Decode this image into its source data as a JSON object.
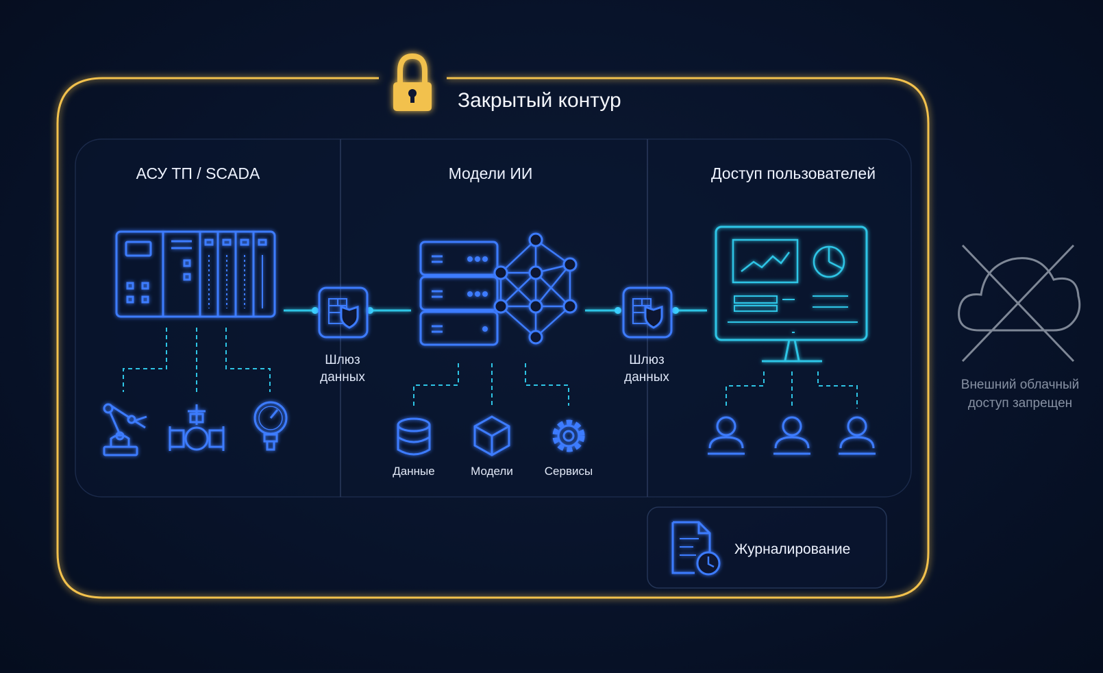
{
  "contour": {
    "title": "Закрытый контур"
  },
  "columns": {
    "scada": {
      "title": "АСУ ТП / SCADA"
    },
    "ai": {
      "title": "Модели ИИ",
      "items": [
        "Данные",
        "Модели",
        "Сервисы"
      ]
    },
    "users": {
      "title": "Доступ пользователей"
    }
  },
  "gateways": [
    {
      "line1": "Шлюз",
      "line2": "данных"
    },
    {
      "line1": "Шлюз",
      "line2": "данных"
    }
  ],
  "logging": {
    "label": "Журналирование"
  },
  "cloud": {
    "line1": "Внешний облачный",
    "line2": "доступ запрещен"
  },
  "colors": {
    "contour": "#f2c14e",
    "blue": "#3d7bff",
    "cyan": "#2ec5e6",
    "muted": "#8791a3",
    "background": "#08132a"
  },
  "icons": [
    "lock-icon",
    "plc-rack-icon",
    "robot-arm-icon",
    "valve-icon",
    "pressure-gauge-icon",
    "firewall-shield-icon",
    "server-stack-icon",
    "neural-network-icon",
    "database-icon",
    "cube-icon",
    "gear-icon",
    "monitor-dashboard-icon",
    "user-icon",
    "log-document-clock-icon",
    "cloud-crossed-icon"
  ]
}
